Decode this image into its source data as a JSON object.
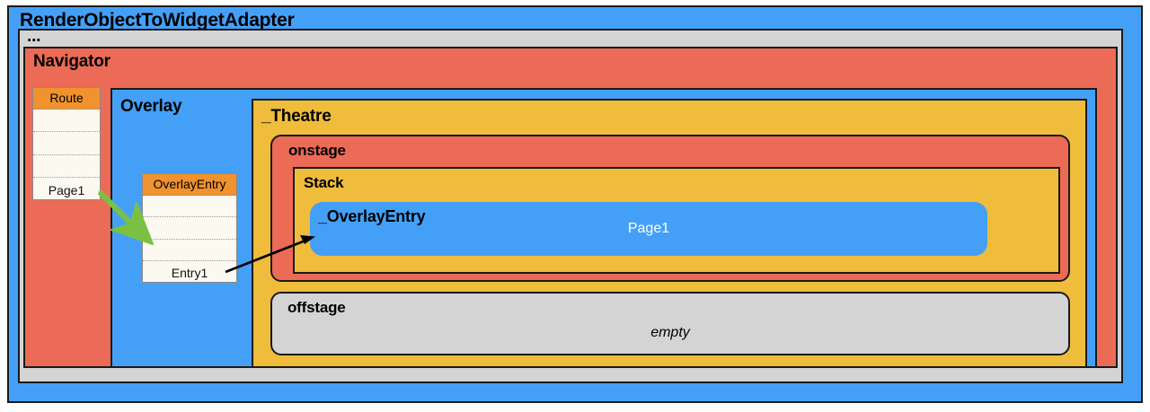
{
  "diagram": {
    "title": "RenderObjectToWidgetAdapter"
  },
  "boxes": {
    "adapter": {
      "label": "RenderObjectToWidgetAdapter",
      "color": "#44a0f7"
    },
    "ellipsis": {
      "label": "...",
      "color": "#d4d4d4"
    },
    "navigator": {
      "label": "Navigator",
      "color": "#ec6b56"
    },
    "overlay": {
      "label": "Overlay",
      "color": "#44a0f7"
    },
    "theatre": {
      "label": "_Theatre",
      "color": "#efbc3c"
    },
    "onstage": {
      "label": "onstage",
      "color": "#ec6b56"
    },
    "stack": {
      "label": "Stack",
      "color": "#efbc3c"
    },
    "overlay_entry_pill": {
      "label": "_OverlayEntry",
      "value": "Page1",
      "color": "#44a0f7"
    },
    "offstage": {
      "label": "offstage",
      "value": "empty",
      "color": "#d4d4d4"
    }
  },
  "tables": {
    "route": {
      "header": "Route",
      "header_color": "#f0922e",
      "rows": [
        "",
        "",
        "",
        "Page1"
      ]
    },
    "overlay_entry": {
      "header": "OverlayEntry",
      "header_color": "#f0922e",
      "rows": [
        "",
        "",
        "",
        "Entry1"
      ]
    }
  },
  "arrows": [
    {
      "name": "route-to-overlayentry",
      "color": "#7ac143",
      "from": "Route",
      "to": "OverlayEntry"
    },
    {
      "name": "entry1-to-overlayentry-pill",
      "color": "#000000",
      "from": "Entry1",
      "to": "_OverlayEntry"
    }
  ]
}
